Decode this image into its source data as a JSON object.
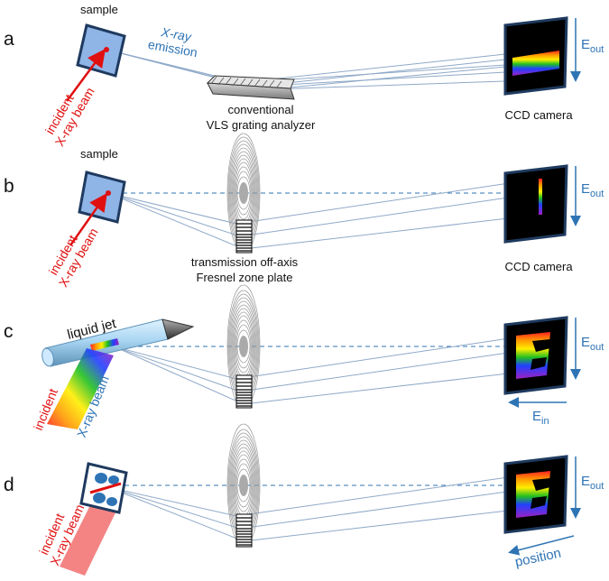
{
  "panels": {
    "a": {
      "letter": "a",
      "sample_label": "sample",
      "emission_label": [
        "X-ray",
        "emission"
      ],
      "grating_label": [
        "conventional",
        "VLS grating analyzer"
      ],
      "ccd_label": "CCD camera",
      "beam_label": [
        "incident",
        "X-ray beam"
      ],
      "eout_label": "E",
      "eout_sub": "out"
    },
    "b": {
      "letter": "b",
      "sample_label": "sample",
      "zone_plate_label": [
        "transmission off-axis",
        "Fresnel zone plate"
      ],
      "ccd_label": "CCD camera",
      "beam_label": [
        "incident",
        "X-ray beam"
      ],
      "eout_label": "E",
      "eout_sub": "out"
    },
    "c": {
      "letter": "c",
      "jet_label": "liquid jet",
      "beam_label": [
        "incident",
        "X-ray beam"
      ],
      "eout_label": "E",
      "eout_sub": "out",
      "ein_label": "E",
      "ein_sub": "in"
    },
    "d": {
      "letter": "d",
      "beam_label": [
        "incident",
        "X-ray beam"
      ],
      "eout_label": "E",
      "eout_sub": "out",
      "position_label": "position"
    }
  },
  "colors": {
    "ray": "#8fa9c8",
    "axis_dash": "#2e74b5",
    "label_blue": "#2e74b5",
    "beam_red": "#e01010",
    "sample_fill": "#8fb4e6",
    "frame": "#1f3a5f"
  }
}
